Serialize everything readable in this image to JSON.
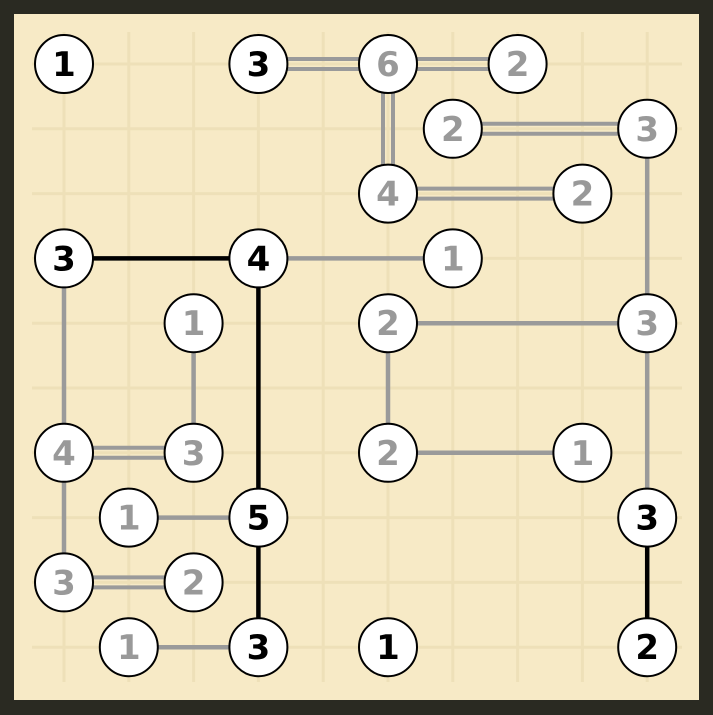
{
  "puzzle": {
    "type": "hashiwokakero",
    "grid_size": 10,
    "colors": {
      "background": "#f7eac6",
      "frame": "#2a2a22",
      "grid_line": "#eee0b8",
      "island_fill": "#ffffff",
      "island_stroke": "#000000",
      "bridge_complete": "#9a9a9a",
      "bridge_active": "#000000",
      "number_complete": "#999999",
      "number_active": "#000000"
    },
    "islands": [
      {
        "id": "a",
        "row": 0,
        "col": 0,
        "value": "1",
        "done": false
      },
      {
        "id": "b",
        "row": 0,
        "col": 3,
        "value": "3",
        "done": false
      },
      {
        "id": "c",
        "row": 0,
        "col": 5,
        "value": "6",
        "done": true
      },
      {
        "id": "d",
        "row": 0,
        "col": 7,
        "value": "2",
        "done": true
      },
      {
        "id": "e",
        "row": 1,
        "col": 6,
        "value": "2",
        "done": true
      },
      {
        "id": "f",
        "row": 1,
        "col": 9,
        "value": "3",
        "done": true
      },
      {
        "id": "g",
        "row": 2,
        "col": 5,
        "value": "4",
        "done": true
      },
      {
        "id": "h",
        "row": 2,
        "col": 8,
        "value": "2",
        "done": true
      },
      {
        "id": "i",
        "row": 3,
        "col": 0,
        "value": "3",
        "done": false
      },
      {
        "id": "j",
        "row": 3,
        "col": 3,
        "value": "4",
        "done": false
      },
      {
        "id": "k",
        "row": 3,
        "col": 6,
        "value": "1",
        "done": true
      },
      {
        "id": "l",
        "row": 4,
        "col": 2,
        "value": "1",
        "done": true
      },
      {
        "id": "m",
        "row": 4,
        "col": 5,
        "value": "2",
        "done": true
      },
      {
        "id": "n",
        "row": 4,
        "col": 9,
        "value": "3",
        "done": true
      },
      {
        "id": "o",
        "row": 6,
        "col": 0,
        "value": "4",
        "done": true
      },
      {
        "id": "p",
        "row": 6,
        "col": 2,
        "value": "3",
        "done": true
      },
      {
        "id": "q",
        "row": 6,
        "col": 5,
        "value": "2",
        "done": true
      },
      {
        "id": "r",
        "row": 6,
        "col": 8,
        "value": "1",
        "done": true
      },
      {
        "id": "s",
        "row": 7,
        "col": 1,
        "value": "1",
        "done": true
      },
      {
        "id": "t",
        "row": 7,
        "col": 3,
        "value": "5",
        "done": false
      },
      {
        "id": "u",
        "row": 7,
        "col": 9,
        "value": "3",
        "done": false
      },
      {
        "id": "v",
        "row": 8,
        "col": 0,
        "value": "3",
        "done": true
      },
      {
        "id": "w",
        "row": 8,
        "col": 2,
        "value": "2",
        "done": true
      },
      {
        "id": "x",
        "row": 9,
        "col": 1,
        "value": "1",
        "done": true
      },
      {
        "id": "y",
        "row": 9,
        "col": 3,
        "value": "3",
        "done": false
      },
      {
        "id": "z",
        "row": 9,
        "col": 5,
        "value": "1",
        "done": false
      },
      {
        "id": "aa",
        "row": 9,
        "col": 9,
        "value": "2",
        "done": false
      }
    ],
    "bridges": [
      {
        "from": "b",
        "to": "c",
        "count": 2,
        "style": "complete"
      },
      {
        "from": "c",
        "to": "d",
        "count": 2,
        "style": "complete"
      },
      {
        "from": "c",
        "to": "g",
        "count": 2,
        "style": "complete"
      },
      {
        "from": "e",
        "to": "f",
        "count": 2,
        "style": "complete"
      },
      {
        "from": "g",
        "to": "h",
        "count": 2,
        "style": "complete"
      },
      {
        "from": "f",
        "to": "n",
        "count": 1,
        "style": "complete"
      },
      {
        "from": "i",
        "to": "j",
        "count": 1,
        "style": "active"
      },
      {
        "from": "j",
        "to": "k",
        "count": 1,
        "style": "complete"
      },
      {
        "from": "j",
        "to": "t",
        "count": 1,
        "style": "active"
      },
      {
        "from": "i",
        "to": "o",
        "count": 1,
        "style": "complete"
      },
      {
        "from": "l",
        "to": "p",
        "count": 1,
        "style": "complete"
      },
      {
        "from": "m",
        "to": "n",
        "count": 1,
        "style": "complete"
      },
      {
        "from": "m",
        "to": "q",
        "count": 1,
        "style": "complete"
      },
      {
        "from": "n",
        "to": "u",
        "count": 1,
        "style": "complete"
      },
      {
        "from": "o",
        "to": "p",
        "count": 2,
        "style": "complete"
      },
      {
        "from": "q",
        "to": "r",
        "count": 1,
        "style": "complete"
      },
      {
        "from": "s",
        "to": "t",
        "count": 1,
        "style": "complete"
      },
      {
        "from": "t",
        "to": "y",
        "count": 1,
        "style": "active"
      },
      {
        "from": "o",
        "to": "v",
        "count": 1,
        "style": "complete"
      },
      {
        "from": "v",
        "to": "w",
        "count": 2,
        "style": "complete"
      },
      {
        "from": "x",
        "to": "y",
        "count": 1,
        "style": "complete"
      },
      {
        "from": "u",
        "to": "aa",
        "count": 1,
        "style": "active"
      }
    ]
  }
}
